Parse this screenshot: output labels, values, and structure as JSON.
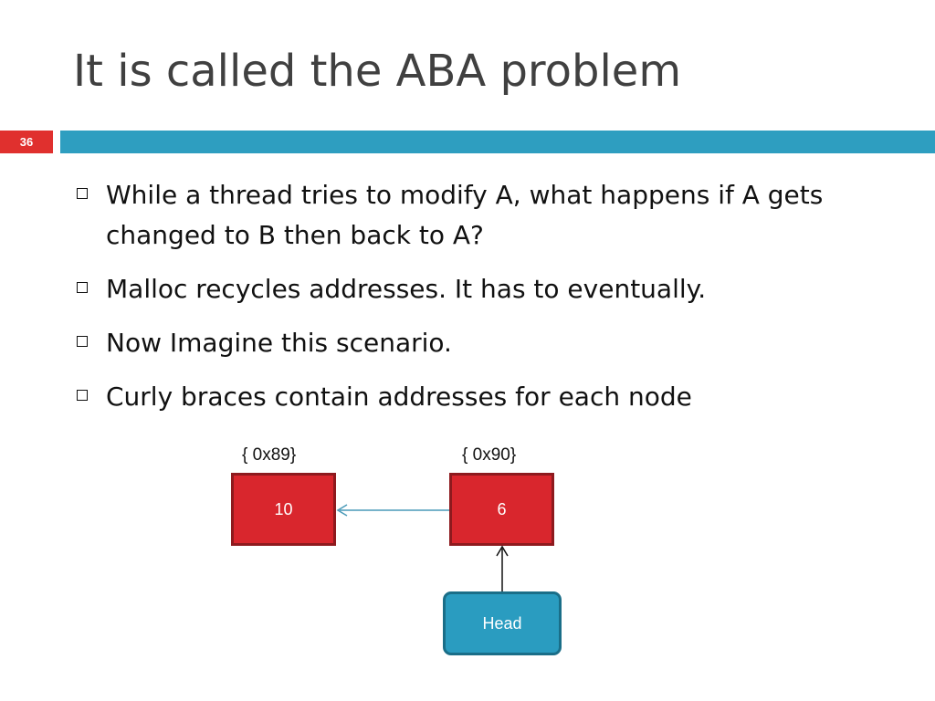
{
  "slide": {
    "title": "It is called the ABA problem",
    "number": "36"
  },
  "bullets": [
    "While a thread tries to modify A, what happens if A gets changed to B then back to A?",
    "Malloc recycles addresses. It has to eventually.",
    "Now Imagine this scenario.",
    "Curly braces contain addresses for each node"
  ],
  "diagram": {
    "nodes": [
      {
        "address": "{ 0x89}",
        "value": "10"
      },
      {
        "address": "{ 0x90}",
        "value": "6"
      }
    ],
    "head_label": "Head"
  },
  "colors": {
    "node_fill": "#d9262d",
    "head_fill": "#2a9cc0",
    "accent_bar": "#2e9ec0",
    "slide_number_bg": "#e0302e"
  }
}
